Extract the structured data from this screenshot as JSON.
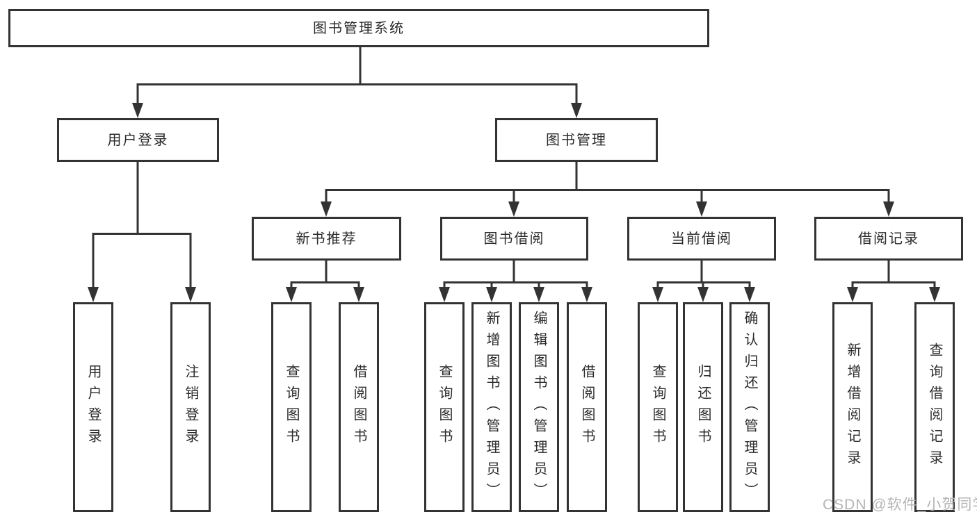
{
  "tree": {
    "root": {
      "label": "图书管理系统"
    },
    "branches": [
      {
        "label": "用户登录",
        "leaves": [
          {
            "label": "用户登录"
          },
          {
            "label": "注销登录"
          }
        ]
      },
      {
        "label": "图书管理",
        "children": [
          {
            "label": "新书推荐",
            "leaves": [
              {
                "label": "查询图书"
              },
              {
                "label": "借阅图书"
              }
            ]
          },
          {
            "label": "图书借阅",
            "leaves": [
              {
                "label": "查询图书"
              },
              {
                "label": "新增图书（管理员）"
              },
              {
                "label": "编辑图书（管理员）"
              },
              {
                "label": "借阅图书"
              }
            ]
          },
          {
            "label": "当前借阅",
            "leaves": [
              {
                "label": "查询图书"
              },
              {
                "label": "归还图书"
              },
              {
                "label": "确认归还（管理员）"
              }
            ]
          },
          {
            "label": "借阅记录",
            "leaves": [
              {
                "label": "新增借阅记录"
              },
              {
                "label": "查询借阅记录"
              }
            ]
          }
        ]
      }
    ]
  },
  "watermark": {
    "text": "CSDN @软件_小贺同学"
  },
  "colors": {
    "line": "#333333",
    "border": "#333333",
    "text": "#2b2b2b",
    "background": "#ffffff",
    "watermark": "#b5b5b5"
  }
}
